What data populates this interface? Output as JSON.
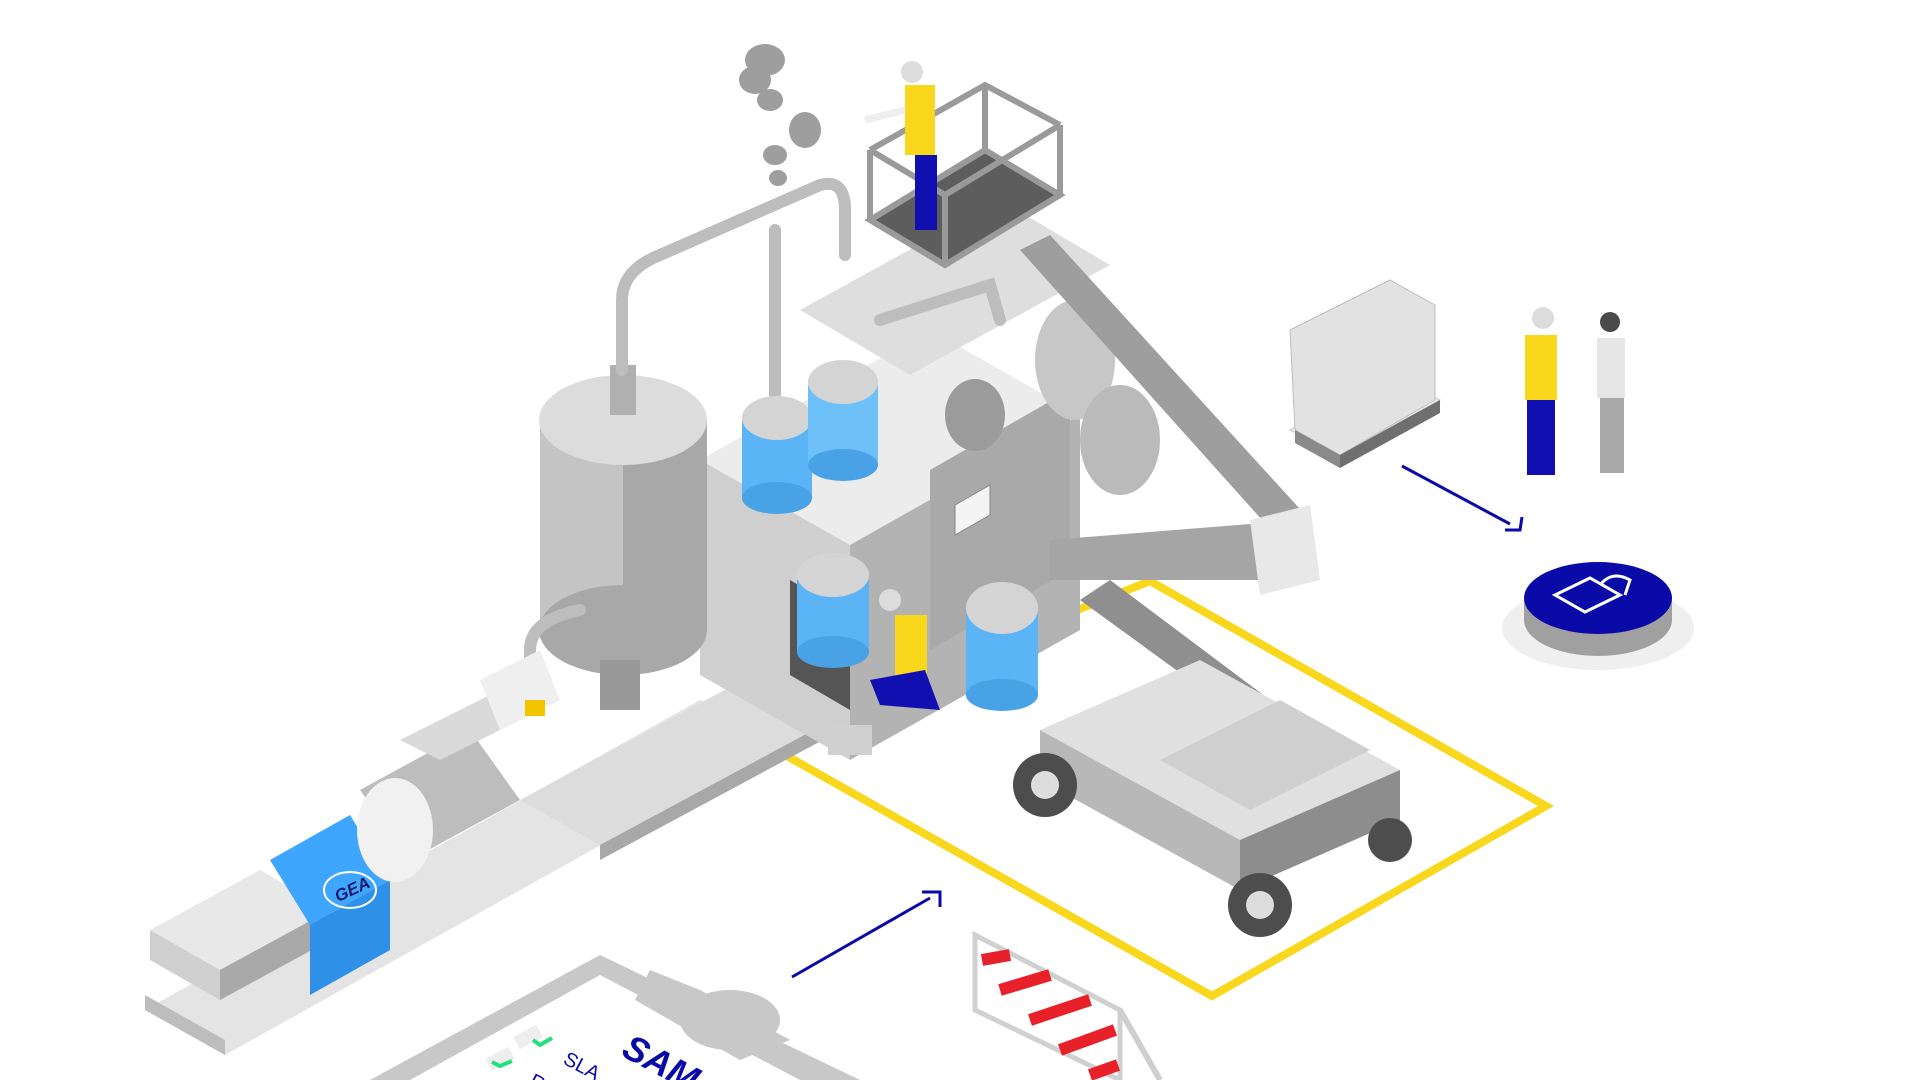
{
  "illustration": {
    "motor_logo": "GEA",
    "clipboard": {
      "title": "SAM",
      "items": [
        "SLA",
        "R"
      ]
    }
  },
  "colors": {
    "brand_blue": "#0a0aa8",
    "tank_blue": "#5ab4f5",
    "motor_blue": "#3fa6ff",
    "safety_yellow": "#f9d71c",
    "barrier_red": "#e8202a",
    "check_green": "#22e07a",
    "metal_light": "#e6e6e6",
    "metal_mid": "#bdbdbd",
    "metal_dark": "#8c8c8c"
  }
}
